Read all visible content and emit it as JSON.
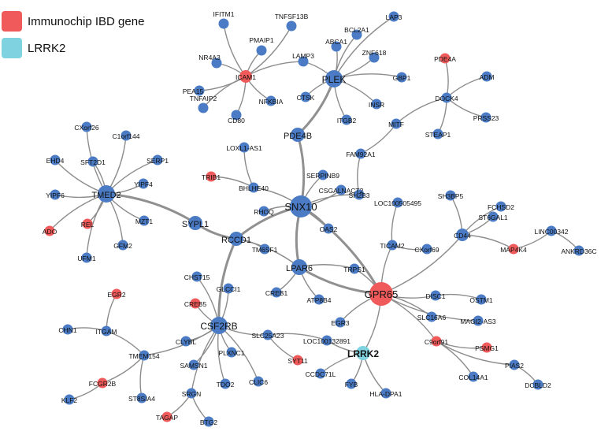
{
  "legend": {
    "items": [
      {
        "label": "Immunochip IBD gene",
        "color": "#f05a5a"
      },
      {
        "label": "LRRK2",
        "color": "#7fd3e0"
      }
    ]
  },
  "colors": {
    "default": "#4a7bc4",
    "ibd": "#f05a5a",
    "lrrk2": "#7fd3e0",
    "edge": "#8c8c8c"
  },
  "nodes": [
    {
      "id": "IFITM1",
      "label": "IFITM1",
      "type": "default"
    },
    {
      "id": "TNFSF13B",
      "label": "TNFSF13B",
      "type": "default"
    },
    {
      "id": "PMAIP1",
      "label": "PMAIP1",
      "type": "default"
    },
    {
      "id": "NR4A3",
      "label": "NR4A3",
      "type": "default"
    },
    {
      "id": "ICAM1",
      "label": "ICAM1",
      "type": "ibd"
    },
    {
      "id": "PEA15",
      "label": "PEA15",
      "type": "default"
    },
    {
      "id": "TNFAIP2",
      "label": "TNFAIP2",
      "type": "default"
    },
    {
      "id": "CD80",
      "label": "CD80",
      "type": "default"
    },
    {
      "id": "NFKBIA",
      "label": "NFKBIA",
      "type": "default"
    },
    {
      "id": "LAMP3",
      "label": "LAMP3",
      "type": "default"
    },
    {
      "id": "BCL2A1",
      "label": "BCL2A1",
      "type": "default"
    },
    {
      "id": "ABCA1",
      "label": "ABCA1",
      "type": "default"
    },
    {
      "id": "LAP3",
      "label": "LAP3",
      "type": "default"
    },
    {
      "id": "ZNF618",
      "label": "ZNF618",
      "type": "default"
    },
    {
      "id": "PLEK",
      "label": "PLEK",
      "type": "default"
    },
    {
      "id": "GBP1",
      "label": "GBP1",
      "type": "default"
    },
    {
      "id": "CTSK",
      "label": "CTSK",
      "type": "default"
    },
    {
      "id": "INSR",
      "label": "INSR",
      "type": "default"
    },
    {
      "id": "ITGB2",
      "label": "ITGB2",
      "type": "default"
    },
    {
      "id": "PDE4A",
      "label": "PDE4A",
      "type": "ibd"
    },
    {
      "id": "ADM",
      "label": "ADM",
      "type": "default"
    },
    {
      "id": "DOCK4",
      "label": "DOCK4",
      "type": "default"
    },
    {
      "id": "MITF",
      "label": "MITF",
      "type": "default"
    },
    {
      "id": "PRSS23",
      "label": "PRSS23",
      "type": "default"
    },
    {
      "id": "STEAP1",
      "label": "STEAP1",
      "type": "default"
    },
    {
      "id": "PDE4B",
      "label": "PDE4B",
      "type": "default"
    },
    {
      "id": "FAM92A1",
      "label": "FAM92A1",
      "type": "default"
    },
    {
      "id": "CXorf26",
      "label": "CXorf26",
      "type": "default"
    },
    {
      "id": "C1orf144",
      "label": "C1orf144",
      "type": "default"
    },
    {
      "id": "EHD4",
      "label": "EHD4",
      "type": "default"
    },
    {
      "id": "SFT2D1",
      "label": "SFT2D1",
      "type": "default"
    },
    {
      "id": "SERP1",
      "label": "SERP1",
      "type": "default"
    },
    {
      "id": "YIPF4",
      "label": "YIPF4",
      "type": "default"
    },
    {
      "id": "YIPF6",
      "label": "YIPF6",
      "type": "default"
    },
    {
      "id": "TMED2",
      "label": "TMED2",
      "type": "default"
    },
    {
      "id": "ADO",
      "label": "ADO",
      "type": "ibd"
    },
    {
      "id": "REL",
      "label": "REL",
      "type": "ibd"
    },
    {
      "id": "UFM1",
      "label": "UFM1",
      "type": "default"
    },
    {
      "id": "GFM2",
      "label": "GFM2",
      "type": "default"
    },
    {
      "id": "MZT1",
      "label": "MZT1",
      "type": "default"
    },
    {
      "id": "LOXL1-AS1",
      "label": "LOXL1-AS1",
      "type": "default"
    },
    {
      "id": "SERPINB9",
      "label": "SERPINB9",
      "type": "default"
    },
    {
      "id": "CSGALNACT2",
      "label": "CSGALNACT2",
      "type": "default"
    },
    {
      "id": "TRIB1",
      "label": "TRIB1",
      "type": "ibd"
    },
    {
      "id": "BHLHE40",
      "label": "BHLHE40",
      "type": "default"
    },
    {
      "id": "SH2B3",
      "label": "SH2B3",
      "type": "default"
    },
    {
      "id": "SNX10",
      "label": "SNX10",
      "type": "default"
    },
    {
      "id": "RHOQ",
      "label": "RHOQ",
      "type": "default"
    },
    {
      "id": "OAS2",
      "label": "OAS2",
      "type": "default"
    },
    {
      "id": "SYPL1",
      "label": "SYPL1",
      "type": "default"
    },
    {
      "id": "RCCD1",
      "label": "RCCD1",
      "type": "default"
    },
    {
      "id": "TM6SF1",
      "label": "TM6SF1",
      "type": "default"
    },
    {
      "id": "LOC100505495",
      "label": "LOC100505495",
      "type": "default"
    },
    {
      "id": "SH3BP5",
      "label": "SH3BP5",
      "type": "default"
    },
    {
      "id": "FCHSD2",
      "label": "FCHSD2",
      "type": "default"
    },
    {
      "id": "ST6GAL1",
      "label": "ST6GAL1",
      "type": "default"
    },
    {
      "id": "CD44",
      "label": "CD44",
      "type": "default"
    },
    {
      "id": "LINC00342",
      "label": "LINC00342",
      "type": "default"
    },
    {
      "id": "MAP4K4",
      "label": "MAP4K4",
      "type": "ibd"
    },
    {
      "id": "ANKRD36C",
      "label": "ANKRD36C",
      "type": "default"
    },
    {
      "id": "TICAM2",
      "label": "TICAM2",
      "type": "default"
    },
    {
      "id": "CXorf69",
      "label": "CXorf69",
      "type": "default"
    },
    {
      "id": "LPAR6",
      "label": "LPAR6",
      "type": "default"
    },
    {
      "id": "CHST15",
      "label": "CHST15",
      "type": "default"
    },
    {
      "id": "TRPS1",
      "label": "TRPS1",
      "type": "default"
    },
    {
      "id": "CREB1",
      "label": "CREB1",
      "type": "default"
    },
    {
      "id": "ATP8B4",
      "label": "ATP8B4",
      "type": "default"
    },
    {
      "id": "GPR65",
      "label": "GPR65",
      "type": "ibd"
    },
    {
      "id": "DISC1",
      "label": "DISC1",
      "type": "default"
    },
    {
      "id": "OSTM1",
      "label": "OSTM1",
      "type": "default"
    },
    {
      "id": "EGR2",
      "label": "EGR2",
      "type": "ibd"
    },
    {
      "id": "CREB5",
      "label": "CREB5",
      "type": "ibd"
    },
    {
      "id": "GLCCI1",
      "label": "GLCCI1",
      "type": "default"
    },
    {
      "id": "EGR3",
      "label": "EGR3",
      "type": "default"
    },
    {
      "id": "SLC16A6",
      "label": "SLC16A6",
      "type": "default"
    },
    {
      "id": "MAGI2-AS3",
      "label": "MAGI2-AS3",
      "type": "default"
    },
    {
      "id": "CHN1",
      "label": "CHN1",
      "type": "default"
    },
    {
      "id": "ITGAM",
      "label": "ITGAM",
      "type": "default"
    },
    {
      "id": "CSF2RB",
      "label": "CSF2RB",
      "type": "default"
    },
    {
      "id": "SLC25A23",
      "label": "SLC25A23",
      "type": "default"
    },
    {
      "id": "LOC100132891",
      "label": "LOC100132891",
      "type": "default"
    },
    {
      "id": "C9orf91",
      "label": "C9orf91",
      "type": "ibd"
    },
    {
      "id": "PSMG1",
      "label": "PSMG1",
      "type": "ibd"
    },
    {
      "id": "TMEM154",
      "label": "TMEM154",
      "type": "default"
    },
    {
      "id": "CLYBL",
      "label": "CLYBL",
      "type": "default"
    },
    {
      "id": "PLXNC1",
      "label": "PLXNC1",
      "type": "default"
    },
    {
      "id": "SYT11",
      "label": "SYT11",
      "type": "ibd"
    },
    {
      "id": "LRRK2",
      "label": "LRRK2",
      "type": "lrrk2"
    },
    {
      "id": "CCDC71L",
      "label": "CCDC71L",
      "type": "default"
    },
    {
      "id": "PIAS2",
      "label": "PIAS2",
      "type": "default"
    },
    {
      "id": "SAMSN1",
      "label": "SAMSN1",
      "type": "default"
    },
    {
      "id": "CLIC6",
      "label": "CLIC6",
      "type": "default"
    },
    {
      "id": "FYB",
      "label": "FYB",
      "type": "default"
    },
    {
      "id": "HLA-DPA1",
      "label": "HLA-DPA1",
      "type": "default"
    },
    {
      "id": "COL14A1",
      "label": "COL14A1",
      "type": "default"
    },
    {
      "id": "DCBLD2",
      "label": "DCBLD2",
      "type": "default"
    },
    {
      "id": "FCGR2B",
      "label": "FCGR2B",
      "type": "ibd"
    },
    {
      "id": "ST8SIA4",
      "label": "ST8SIA4",
      "type": "default"
    },
    {
      "id": "KLF2",
      "label": "KLF2",
      "type": "default"
    },
    {
      "id": "SRGN",
      "label": "SRGN",
      "type": "default"
    },
    {
      "id": "TDO2",
      "label": "TDO2",
      "type": "default"
    },
    {
      "id": "TAGAP",
      "label": "TAGAP",
      "type": "ibd"
    },
    {
      "id": "BTG2",
      "label": "BTG2",
      "type": "default"
    }
  ],
  "edges": [
    [
      "ICAM1",
      "IFITM1"
    ],
    [
      "ICAM1",
      "TNFSF13B"
    ],
    [
      "ICAM1",
      "PMAIP1"
    ],
    [
      "ICAM1",
      "NR4A3"
    ],
    [
      "ICAM1",
      "PEA15"
    ],
    [
      "ICAM1",
      "TNFAIP2"
    ],
    [
      "ICAM1",
      "CD80"
    ],
    [
      "ICAM1",
      "NFKBIA"
    ],
    [
      "ICAM1",
      "LAMP3"
    ],
    [
      "PLEK",
      "LAMP3"
    ],
    [
      "PLEK",
      "BCL2A1"
    ],
    [
      "PLEK",
      "ABCA1"
    ],
    [
      "PLEK",
      "LAP3"
    ],
    [
      "PLEK",
      "ZNF618"
    ],
    [
      "PLEK",
      "GBP1"
    ],
    [
      "PLEK",
      "CTSK"
    ],
    [
      "PLEK",
      "INSR"
    ],
    [
      "PLEK",
      "ITGB2"
    ],
    [
      "PLEK",
      "PDE4B"
    ],
    [
      "DOCK4",
      "PDE4A"
    ],
    [
      "DOCK4",
      "ADM"
    ],
    [
      "DOCK4",
      "PRSS23"
    ],
    [
      "DOCK4",
      "STEAP1"
    ],
    [
      "DOCK4",
      "MITF"
    ],
    [
      "MITF",
      "FAM92A1"
    ],
    [
      "FAM92A1",
      "SH2B3"
    ],
    [
      "PDE4B",
      "SNX10"
    ],
    [
      "SNX10",
      "BHLHE40"
    ],
    [
      "BHLHE40",
      "LOXL1-AS1"
    ],
    [
      "BHLHE40",
      "TRIB1"
    ],
    [
      "SNX10",
      "SERPINB9"
    ],
    [
      "SNX10",
      "CSGALNACT2"
    ],
    [
      "SNX10",
      "SH2B3"
    ],
    [
      "SNX10",
      "RHOQ"
    ],
    [
      "SNX10",
      "OAS2"
    ],
    [
      "SNX10",
      "RCCD1"
    ],
    [
      "SNX10",
      "GPR65"
    ],
    [
      "SNX10",
      "LPAR6"
    ],
    [
      "TMED2",
      "CXorf26"
    ],
    [
      "TMED2",
      "C1orf144"
    ],
    [
      "TMED2",
      "EHD4"
    ],
    [
      "TMED2",
      "SFT2D1"
    ],
    [
      "TMED2",
      "SERP1"
    ],
    [
      "TMED2",
      "YIPF4"
    ],
    [
      "TMED2",
      "YIPF6"
    ],
    [
      "TMED2",
      "ADO"
    ],
    [
      "TMED2",
      "REL"
    ],
    [
      "TMED2",
      "UFM1"
    ],
    [
      "TMED2",
      "GFM2"
    ],
    [
      "TMED2",
      "MZT1"
    ],
    [
      "TMED2",
      "SYPL1"
    ],
    [
      "SYPL1",
      "RCCD1"
    ],
    [
      "RCCD1",
      "TM6SF1"
    ],
    [
      "RCCD1",
      "CSF2RB"
    ],
    [
      "RCCD1",
      "LPAR6"
    ],
    [
      "LPAR6",
      "GPR65"
    ],
    [
      "LPAR6",
      "CREB1"
    ],
    [
      "LPAR6",
      "ATP8B4"
    ],
    [
      "LPAR6",
      "TRPS1"
    ],
    [
      "GPR65",
      "TRPS1"
    ],
    [
      "GPR65",
      "TICAM2"
    ],
    [
      "GPR65",
      "DISC1"
    ],
    [
      "GPR65",
      "SLC16A6"
    ],
    [
      "GPR65",
      "MAGI2-AS3"
    ],
    [
      "GPR65",
      "C9orf91"
    ],
    [
      "GPR65",
      "EGR3"
    ],
    [
      "GPR65",
      "LRRK2"
    ],
    [
      "GPR65",
      "CD44"
    ],
    [
      "TICAM2",
      "LOC100505495"
    ],
    [
      "TICAM2",
      "CXorf69"
    ],
    [
      "DISC1",
      "OSTM1"
    ],
    [
      "CD44",
      "SH3BP5"
    ],
    [
      "CD44",
      "FCHSD2"
    ],
    [
      "CD44",
      "ST6GAL1"
    ],
    [
      "CD44",
      "MAP4K4"
    ],
    [
      "MAP4K4",
      "LINC00342"
    ],
    [
      "LINC00342",
      "ANKRD36C"
    ],
    [
      "C9orf91",
      "PSMG1"
    ],
    [
      "C9orf91",
      "COL14A1"
    ],
    [
      "C9orf91",
      "PIAS2"
    ],
    [
      "PIAS2",
      "DCBLD2"
    ],
    [
      "LRRK2",
      "CCDC71L"
    ],
    [
      "LRRK2",
      "FYB"
    ],
    [
      "LRRK2",
      "HLA-DPA1"
    ],
    [
      "LRRK2",
      "LOC100132891"
    ],
    [
      "CSF2RB",
      "CHST15"
    ],
    [
      "CSF2RB",
      "CREB5"
    ],
    [
      "CSF2RB",
      "GLCCI1"
    ],
    [
      "CSF2RB",
      "CLYBL"
    ],
    [
      "CSF2RB",
      "PLXNC1"
    ],
    [
      "CSF2RB",
      "SAMSN1"
    ],
    [
      "CSF2RB",
      "TDO2"
    ],
    [
      "CSF2RB",
      "CLIC6"
    ],
    [
      "CSF2RB",
      "SLC25A23"
    ],
    [
      "CSF2RB",
      "TMEM154"
    ],
    [
      "SLC25A23",
      "SYT11"
    ],
    [
      "SLC25A23",
      "LOC100132891"
    ],
    [
      "TMEM154",
      "ITGAM"
    ],
    [
      "ITGAM",
      "EGR2"
    ],
    [
      "ITGAM",
      "CHN1"
    ],
    [
      "TMEM154",
      "FCGR2B"
    ],
    [
      "TMEM154",
      "ST8SIA4"
    ],
    [
      "FCGR2B",
      "KLF2"
    ],
    [
      "CSF2RB",
      "SRGN"
    ],
    [
      "SRGN",
      "TAGAP"
    ],
    [
      "SRGN",
      "BTG2"
    ]
  ]
}
